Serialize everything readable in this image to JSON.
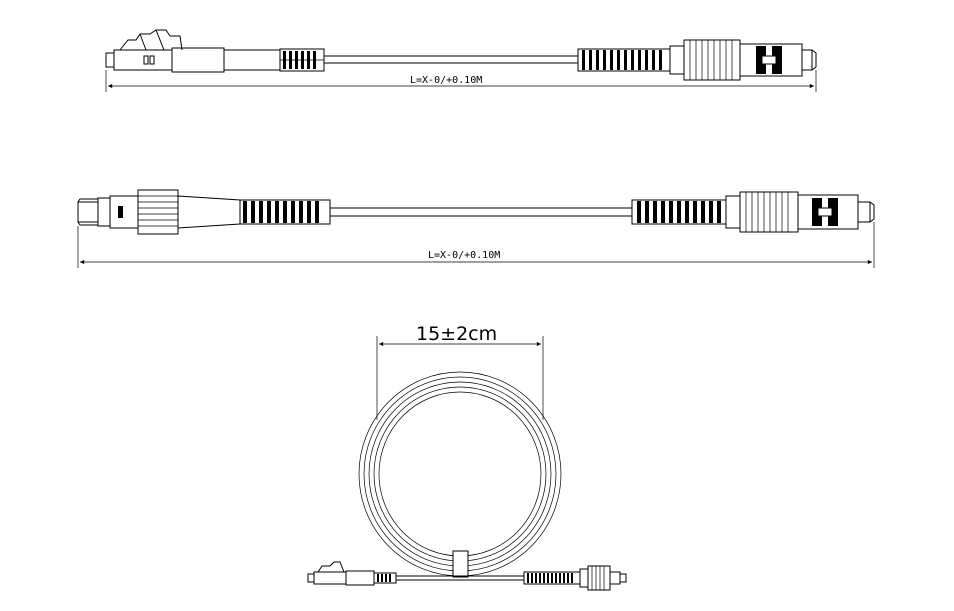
{
  "cable1": {
    "length_label": "L=X-0/+0.10M"
  },
  "cable2": {
    "length_label": "L=X-0/+0.10M"
  },
  "coil": {
    "diameter_label": "15±2cm"
  },
  "colors": {
    "line": "#000000",
    "background": "#ffffff"
  }
}
